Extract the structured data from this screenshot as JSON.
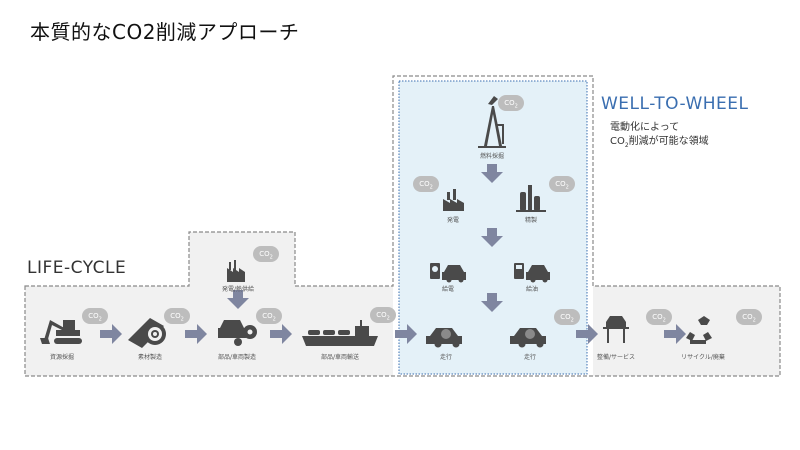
{
  "title": "本質的なCO2削減アプローチ",
  "lifecycle": {
    "label": "LIFE-CYCLE",
    "steps": [
      {
        "label": "資源採掘",
        "icon": "excavator-icon"
      },
      {
        "label": "素材製造",
        "icon": "material-roll-icon"
      },
      {
        "label": "部品/車両製造",
        "icon": "car-gears-icon"
      },
      {
        "label": "部品/車両輸送",
        "icon": "car-carrier-ship-icon"
      },
      {
        "label": "整備/サービス",
        "icon": "car-lift-icon"
      },
      {
        "label": "リサイクル/廃棄",
        "icon": "recycle-icon"
      }
    ],
    "power_supply": {
      "label": "発電/熱供給",
      "icon": "factory-icon"
    }
  },
  "well_to_wheel": {
    "label": "WELL-TO-WHEEL",
    "description_line1": "電動化によって",
    "description_co": "CO",
    "description_sub": "2",
    "description_rest": "削減が可能な領域",
    "steps": {
      "extraction": {
        "label": "燃料採掘",
        "icon": "oil-rig-icon"
      },
      "power_generation": {
        "label": "発電",
        "icon": "power-plant-icon"
      },
      "refining": {
        "label": "精製",
        "icon": "refinery-icon"
      },
      "charging": {
        "label": "給電",
        "icon": "ev-charger-car-icon"
      },
      "refueling": {
        "label": "給油",
        "icon": "fuel-pump-car-icon"
      },
      "driving_ev": {
        "label": "走行",
        "icon": "electric-car-icon"
      },
      "driving_ice": {
        "label": "走行",
        "icon": "gasoline-car-icon"
      }
    }
  },
  "co2_bubble": {
    "text": "CO",
    "sub": "2"
  },
  "colors": {
    "accent_blue": "#3a6eb0",
    "wtw_fill": "#e4f1f8",
    "lc_fill": "#f1f1f1",
    "arrow": "#7f86a0",
    "icon": "#4a4a4a",
    "bubble": "#bdbdbd"
  }
}
